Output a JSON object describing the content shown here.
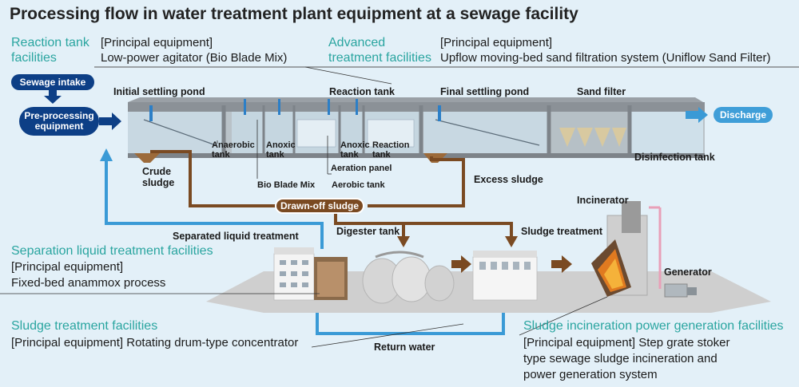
{
  "title": "Processing flow in water treatment plant equipment at a sewage facility",
  "reaction_facilities": {
    "heading": [
      "Reaction tank",
      "facilities"
    ],
    "equipment_label": "[Principal equipment]",
    "equipment": "Low-power agitator (Bio Blade Mix)"
  },
  "advanced_facilities": {
    "heading": [
      "Advanced",
      "treatment facilities"
    ],
    "equipment_label": "[Principal equipment]",
    "equipment": "Upflow moving-bed sand filtration system (Uniflow Sand Filter)"
  },
  "separation_facilities": {
    "heading": "Separation liquid treatment facilities",
    "equipment_label": "[Principal equipment]",
    "equipment": "Fixed-bed anammox process"
  },
  "sludge_facilities": {
    "heading": "Sludge treatment facilities",
    "equipment": "[Principal equipment] Rotating drum-type concentrator"
  },
  "incineration_facilities": {
    "heading": "Sludge incineration power generation facilities",
    "lines": [
      "[Principal equipment] Step grate stoker",
      "type sewage sludge incineration and",
      "power generation system"
    ]
  },
  "pills": {
    "sewage_intake": "Sewage intake",
    "preprocessing": [
      "Pre-processing",
      "equipment"
    ],
    "discharge": "Discharge",
    "drawn_off_sludge": "Drawn-off sludge"
  },
  "labels": {
    "initial_settling": "Initial settling pond",
    "reaction_tank": "Reaction tank",
    "final_settling": "Final settling pond",
    "sand_filter": "Sand filter",
    "anaerobic_tank": [
      "Anaerobic",
      "tank"
    ],
    "anoxic_tank_1": [
      "Anoxic",
      "tank"
    ],
    "anoxic_tank_2": [
      "Anoxic",
      "tank"
    ],
    "reaction_tank_small": [
      "Reaction",
      "tank"
    ],
    "aeration_panel": "Aeration panel",
    "aerobic_tank": "Aerobic tank",
    "bio_blade_mix": "Bio Blade Mix",
    "crude_sludge": [
      "Crude",
      "sludge"
    ],
    "excess_sludge": "Excess sludge",
    "disinfection_tank": "Disinfection tank",
    "separated_liquid": "Separated liquid treatment",
    "digester_tank": "Digester tank",
    "sludge_treatment": "Sludge treatment",
    "incinerator": "Incinerator",
    "generator": "Generator",
    "return_water": "Return water"
  },
  "colors": {
    "navy": "#0d3f86",
    "light_blue_arrow": "#3a9ad6",
    "teal_heading": "#2aa5a0",
    "brown_pipe": "#7a4a22",
    "discharge_pill": "#3f9ed8"
  }
}
